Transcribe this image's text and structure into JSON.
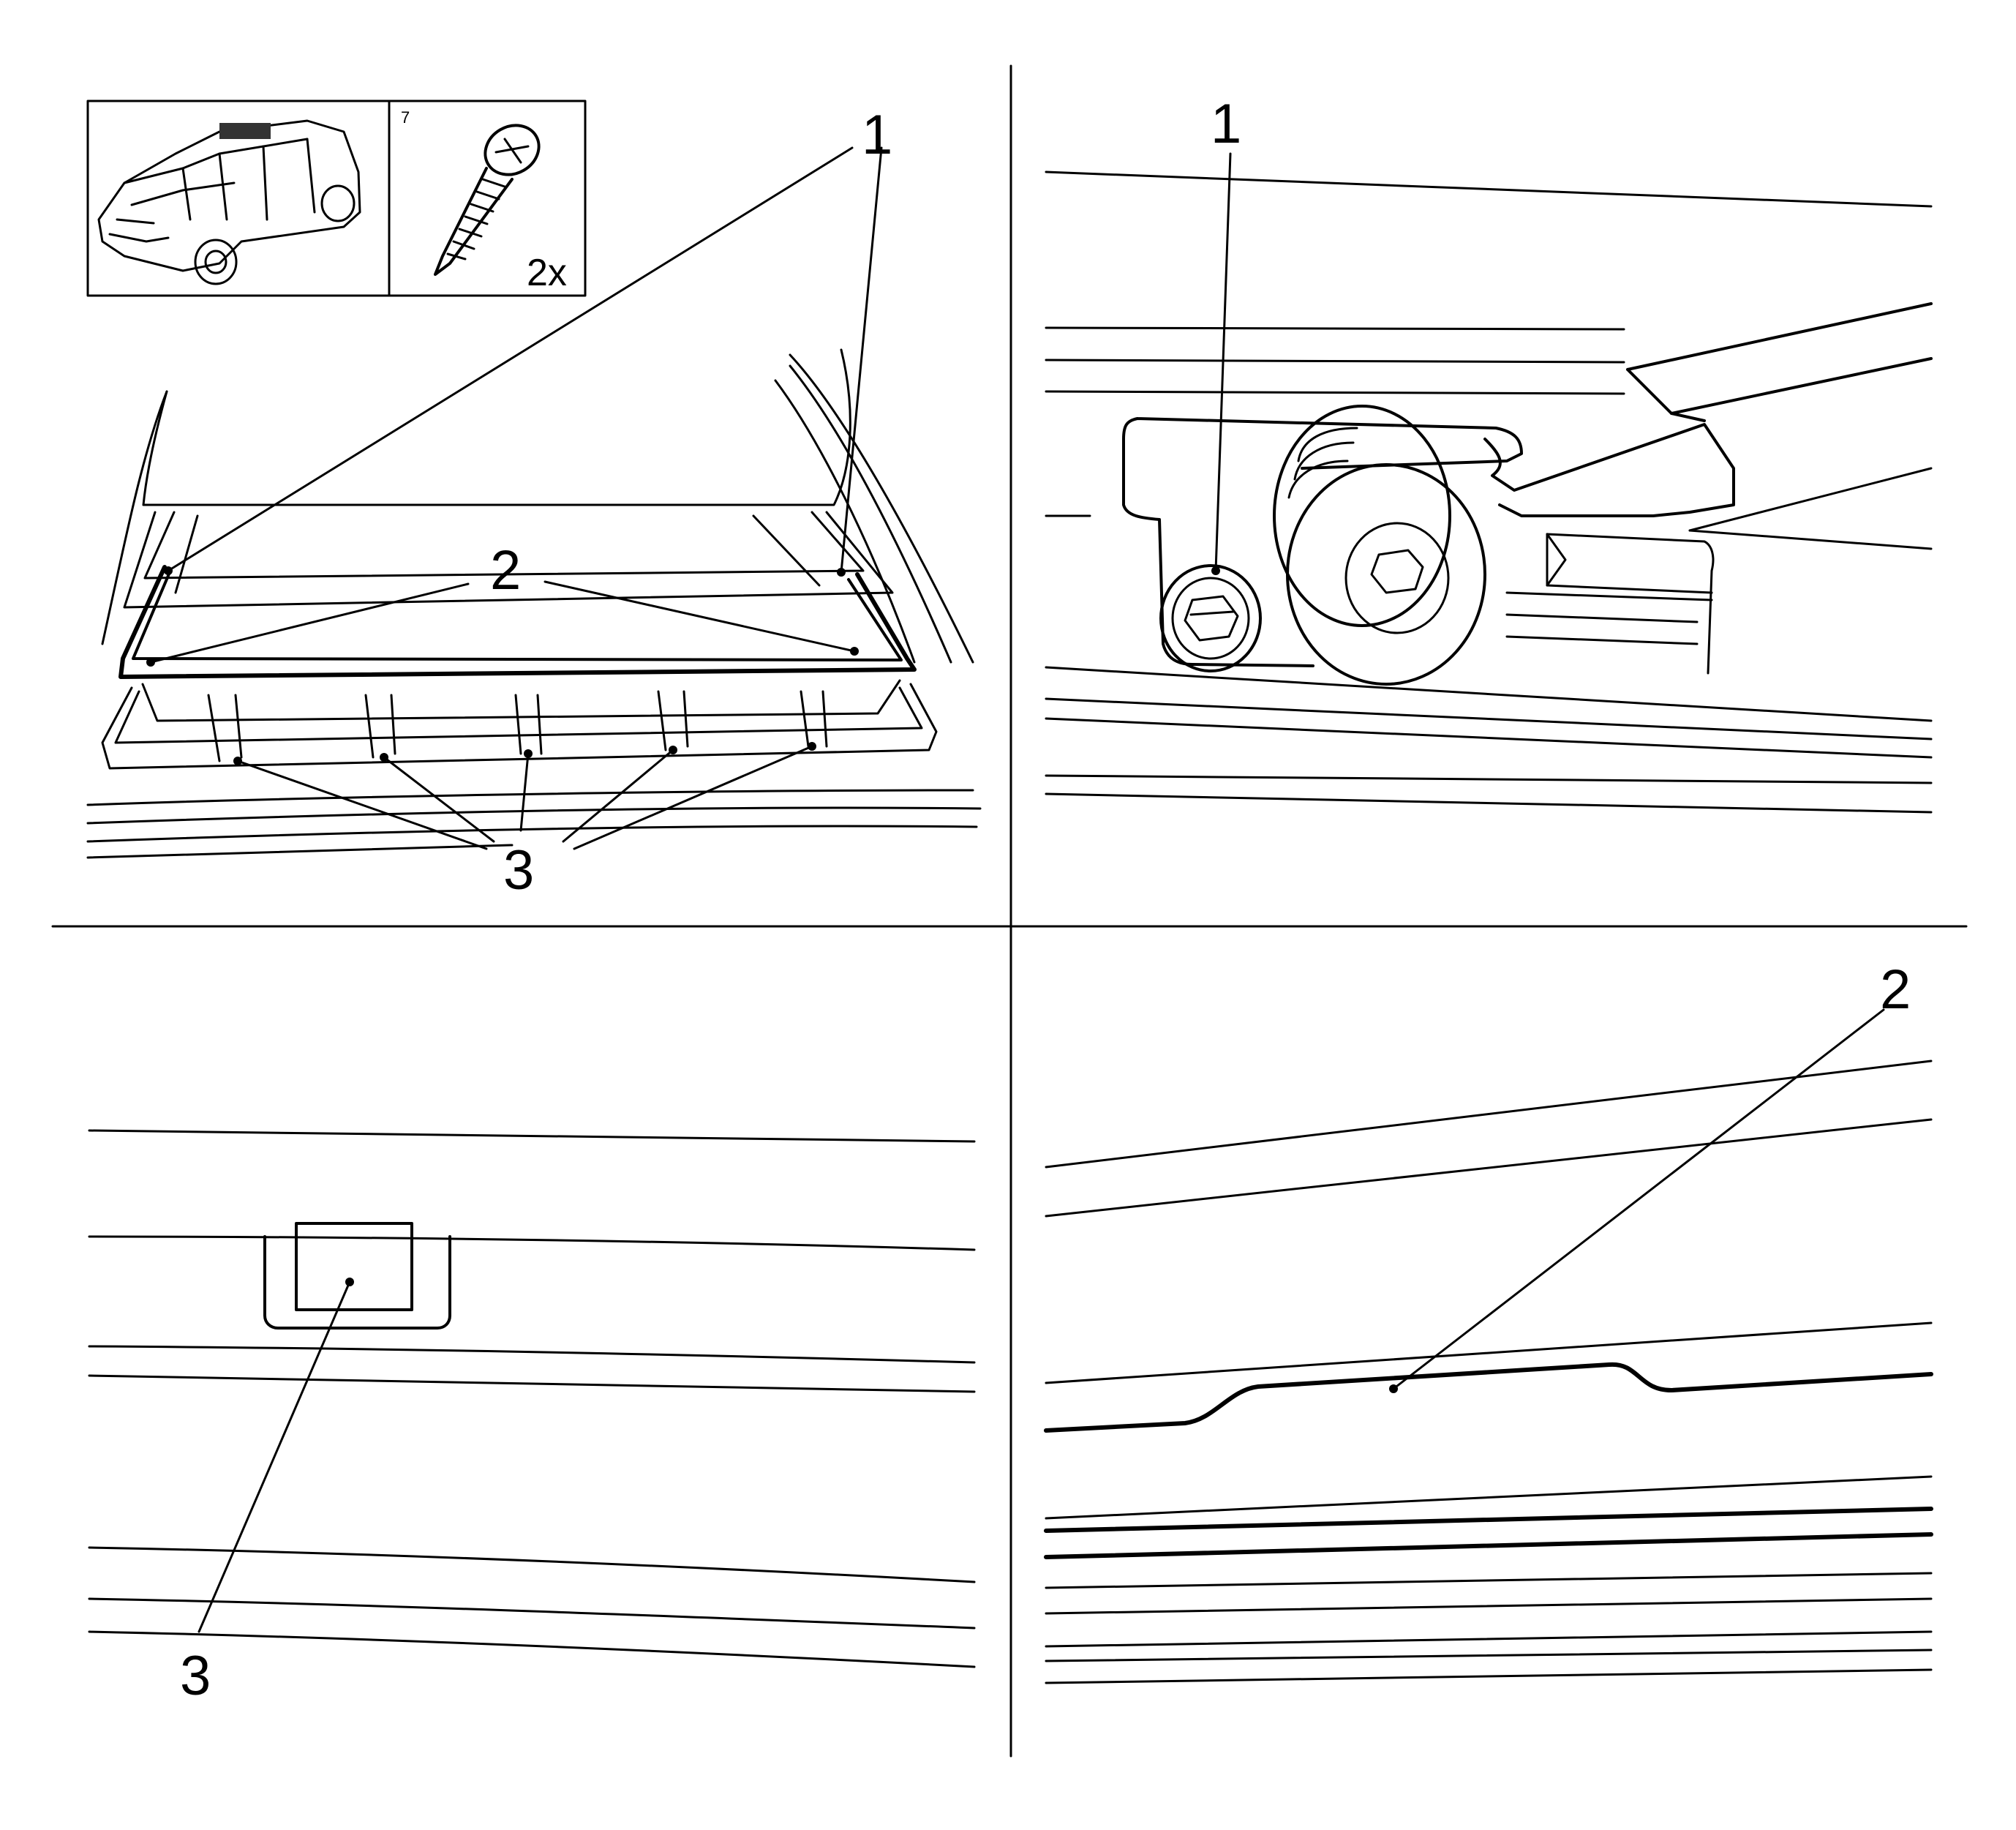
{
  "inset": {
    "index_number": "7",
    "quantity": "2x"
  },
  "panels": {
    "top_left": {
      "callouts": [
        "1",
        "2",
        "3"
      ]
    },
    "top_right": {
      "callouts": [
        "1"
      ]
    },
    "bottom_left": {
      "callouts": [
        "3"
      ]
    },
    "bottom_right": {
      "callouts": [
        "2"
      ]
    }
  }
}
